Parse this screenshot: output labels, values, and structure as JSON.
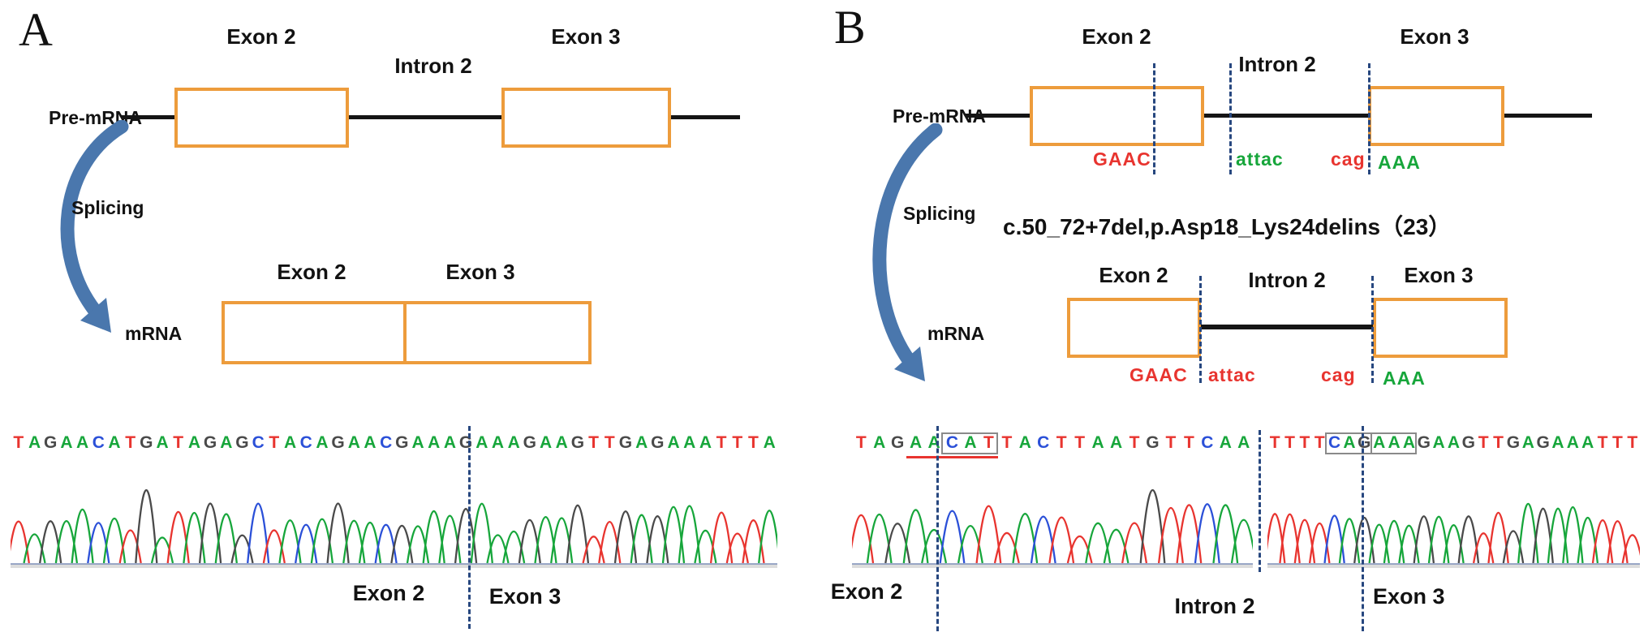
{
  "colors": {
    "base_a": "#17a63b",
    "base_c": "#2b50d8",
    "base_g": "#4a4a4a",
    "base_t": "#e8342f",
    "exon_box_border": "#ED9C3C",
    "dashed_line": "#27477f",
    "arrow_blue": "#4a77ad",
    "motif_red": "#e8342f",
    "motif_green": "#17a63b",
    "highlight_box_border": "#8a8a8a"
  },
  "panel_a": {
    "panel_label": "A",
    "exon2_top": "Exon 2",
    "intron2_top": "Intron 2",
    "exon3_top": "Exon 3",
    "premrna_label": "Pre-mRNA",
    "splicing_label": "Splicing",
    "mrna_label": "mRNA",
    "mrna_exon2": "Exon 2",
    "mrna_exon3": "Exon 3",
    "chromatogram": {
      "sequence": "TAGAACATGATAGAGCTACAGAACGAAAGAAAGAAGTTGAGAAATTTA",
      "tall_peak": 8,
      "boxes": [],
      "underlines": [],
      "exon2_label": "Exon 2",
      "exon3_label": "Exon 3"
    }
  },
  "panel_b": {
    "panel_label": "B",
    "exon2_top": "Exon 2",
    "intron2_top": "Intron 2",
    "exon3_top": "Exon 3",
    "premrna_label": "Pre-mRNA",
    "splicing_label": "Splicing",
    "mrna_label": "mRNA",
    "mutation_label": "c.50_72+7del,p.Asp18_Lys24delins（23）",
    "premrna_motifs": [
      {
        "text": "GAAC",
        "color": "#e8342f"
      },
      {
        "text": "attac",
        "color": "#17a63b"
      },
      {
        "text": "cag",
        "color": "#e8342f"
      },
      {
        "text": "AAA",
        "color": "#17a63b"
      }
    ],
    "mrna_exon2": "Exon 2",
    "mrna_intron2": "Intron 2",
    "mrna_exon3": "Exon 3",
    "mrna_motifs": [
      {
        "text": "GAAC",
        "color": "#e8342f"
      },
      {
        "text": "attac",
        "color": "#e8342f"
      },
      {
        "text": "cag",
        "color": "#e8342f"
      },
      {
        "text": "AAA",
        "color": "#17a63b"
      }
    ],
    "chromatogram": {
      "segment1": {
        "sequence": "TAGAACATTACTTAATGTTCAA",
        "tall_peak": 16,
        "boxes": [
          {
            "start": 5,
            "end": 7
          }
        ],
        "underlines": [
          {
            "start": 3,
            "end": 7
          }
        ]
      },
      "segment2": {
        "sequence": "TTTTCAGAAAGAAGTTGAGAAATTT",
        "tall_peak": null,
        "boxes": [
          {
            "start": 4,
            "end": 6
          },
          {
            "start": 7,
            "end": 9
          }
        ],
        "underlines": []
      },
      "exon2_label": "Exon 2",
      "intron2_label": "Intron 2",
      "exon3_label": "Exon 3"
    }
  }
}
